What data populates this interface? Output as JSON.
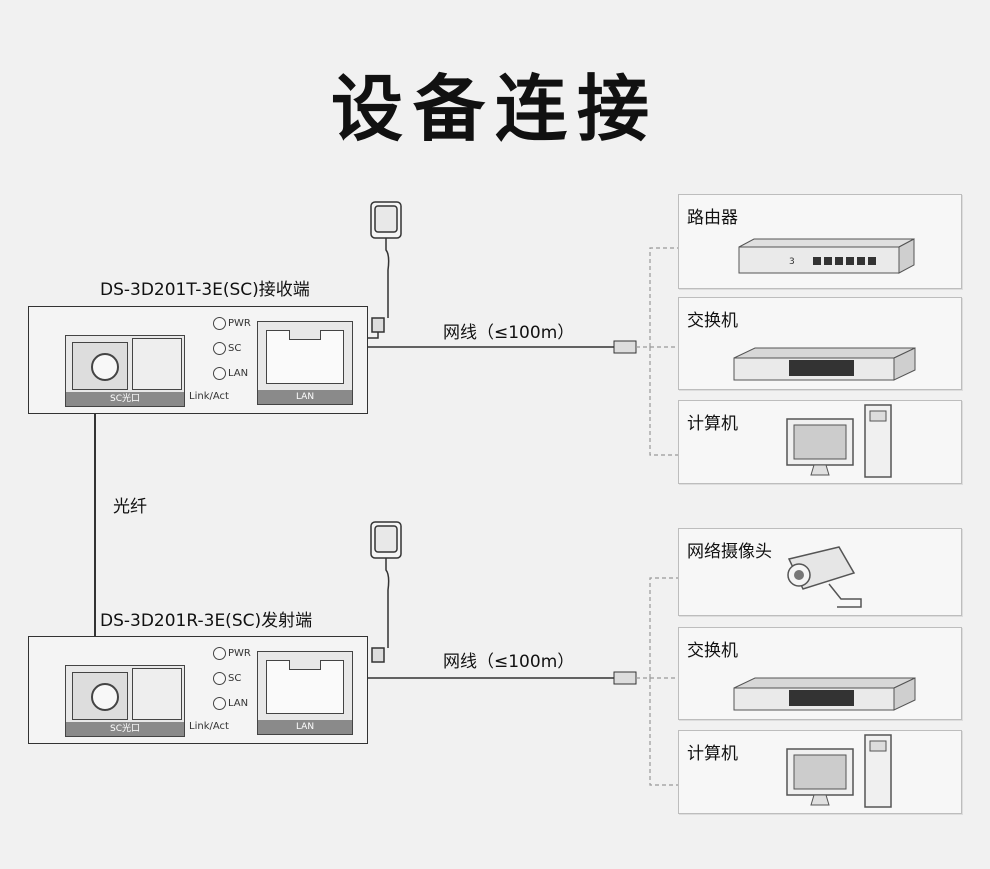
{
  "title": "设备连接",
  "receiver": {
    "label": "DS-3D201T-3E(SC)接收端",
    "sc_caption": "SC光口",
    "leds": [
      "PWR",
      "SC",
      "LAN"
    ],
    "link_act": "Link/Act",
    "lan_caption": "LAN"
  },
  "transmitter": {
    "label": "DS-3D201R-3E(SC)发射端",
    "sc_caption": "SC光口",
    "leds": [
      "PWR",
      "SC",
      "LAN"
    ],
    "link_act": "Link/Act",
    "lan_caption": "LAN"
  },
  "fiber_label": "光纤",
  "cable_label_top": "网线（≤100m）",
  "cable_label_bottom": "网线（≤100m）",
  "top_panels": [
    "路由器",
    "交换机",
    "计算机"
  ],
  "bottom_panels": [
    "网络摄像头",
    "交换机",
    "计算机"
  ],
  "router_display": "3"
}
